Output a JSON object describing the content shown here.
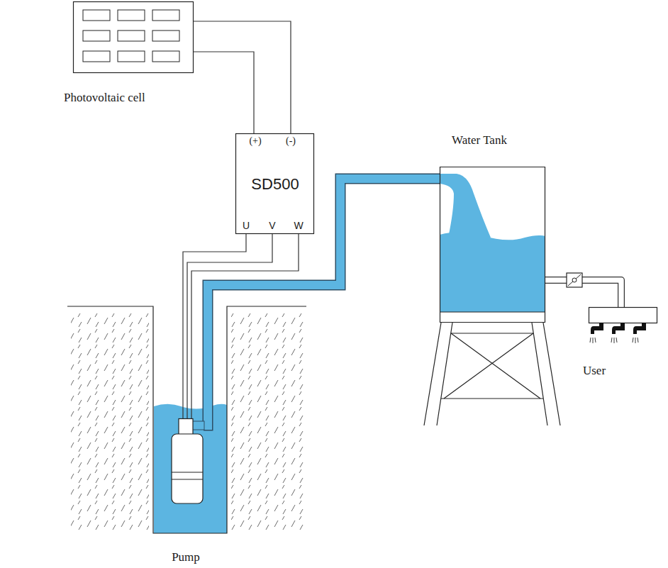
{
  "diagram": {
    "nodes": [
      {
        "text": [
          "Photovoltaic cell"
        ]
      },
      {
        "text": [
          "(+)",
          "(-)",
          "SD500",
          "U",
          "V",
          "W"
        ]
      },
      {
        "text": [
          "Pump"
        ]
      },
      {
        "text": [
          "Water Tank"
        ]
      },
      {
        "text": [
          "User"
        ]
      }
    ],
    "edges": [
      {
        "from": 0,
        "to": 1,
        "arrow": "none"
      },
      {
        "from": 0,
        "to": 1,
        "arrow": "none"
      },
      {
        "from": 1,
        "to": 2,
        "arrow": "none"
      },
      {
        "from": 1,
        "to": 2,
        "arrow": "none"
      },
      {
        "from": 1,
        "to": 2,
        "arrow": "none"
      },
      {
        "from": 2,
        "to": 3,
        "arrow": "none"
      },
      {
        "from": 3,
        "to": 4,
        "arrow": "none"
      }
    ]
  }
}
